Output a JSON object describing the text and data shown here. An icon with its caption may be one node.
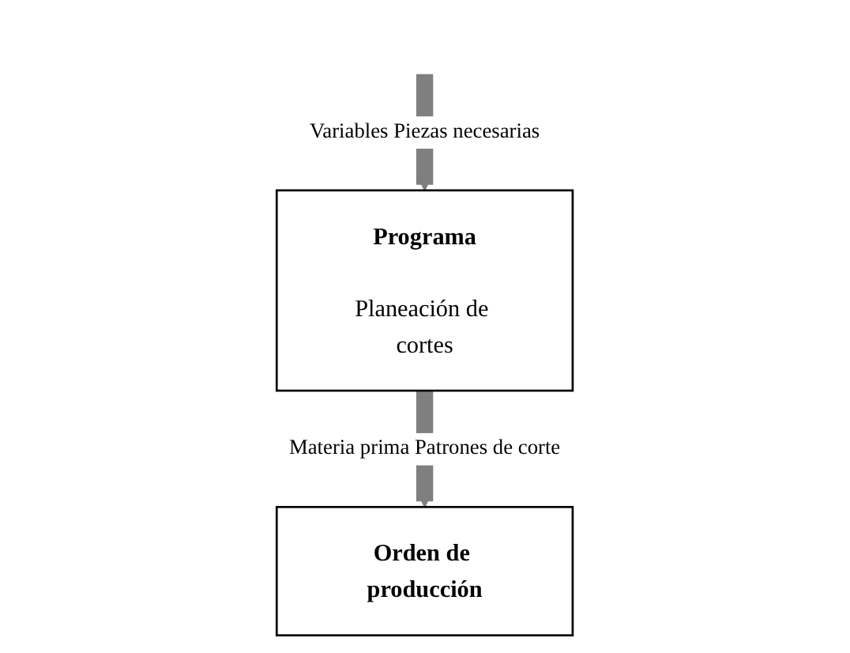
{
  "diagram": {
    "nodes": [
      {
        "text": [
          "Programa",
          "Planeación de cortes"
        ]
      },
      {
        "text": [
          "Orden de producción"
        ]
      }
    ],
    "edges": [
      {
        "from": null,
        "to": 0,
        "arrow": "to",
        "label": "Variables Piezas necesarias"
      },
      {
        "from": 0,
        "to": 1,
        "arrow": "to",
        "label": "Materia prima Patrones de corte"
      }
    ]
  }
}
